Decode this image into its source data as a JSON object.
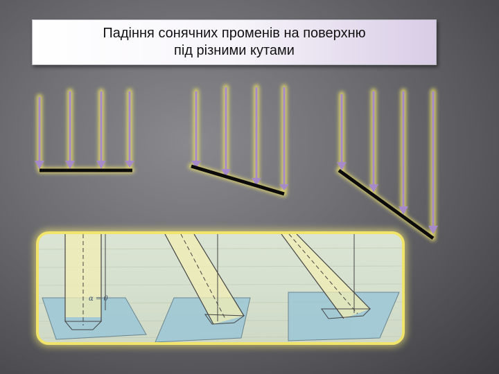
{
  "title": {
    "line1": "Падіння сонячних променів на поверхню",
    "line2": "під різними кутами"
  },
  "photo": {
    "angle_label_1": "α = 0"
  },
  "colors": {
    "ray": "#a78bc9",
    "glow": "#f2e56b",
    "surface": "#0a0a0a",
    "frame": "#f1e46a"
  },
  "icons": {
    "ray_head": "arrow-down-icon"
  }
}
